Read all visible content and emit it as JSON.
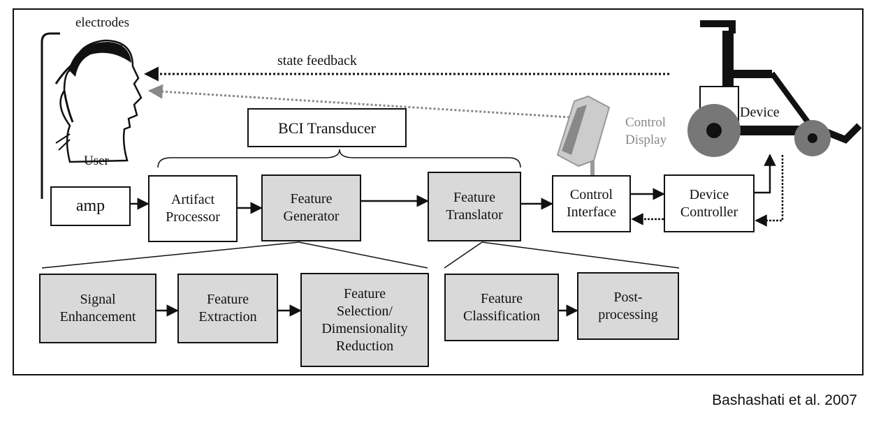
{
  "labels": {
    "electrodes": "electrodes",
    "state_feedback": "state feedback",
    "user": "User",
    "bci_transducer": "BCI Transducer",
    "control_display_line1": "Control",
    "control_display_line2": "Display",
    "device": "Device"
  },
  "blocks": {
    "amp": "amp",
    "artifact_processor": [
      "Artifact",
      "Processor"
    ],
    "feature_generator": [
      "Feature",
      "Generator"
    ],
    "feature_translator": [
      "Feature",
      "Translator"
    ],
    "control_interface": [
      "Control",
      "Interface"
    ],
    "device_controller": [
      "Device",
      "Controller"
    ]
  },
  "sub_blocks": {
    "signal_enhancement": [
      "Signal",
      "Enhancement"
    ],
    "feature_extraction": [
      "Feature",
      "Extraction"
    ],
    "feature_selection": [
      "Feature",
      "Selection/",
      "Dimensionality",
      "Reduction"
    ],
    "feature_classification": [
      "Feature",
      "Classification"
    ],
    "post_processing": [
      "Post-",
      "processing"
    ]
  },
  "credit": "Bashashati et al. 2007"
}
